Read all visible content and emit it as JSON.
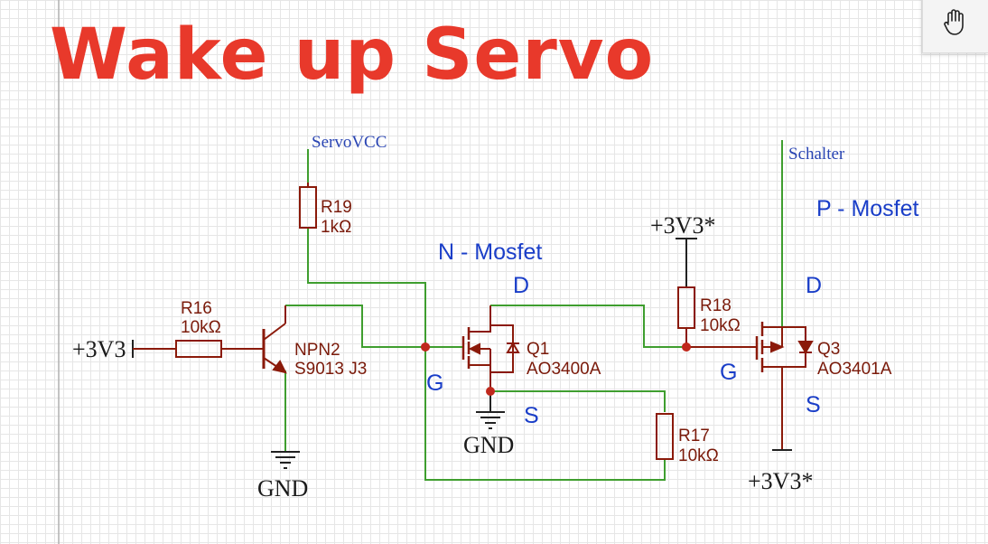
{
  "title": "Wake up Servo",
  "colors": {
    "title": "#e8392b",
    "wire": "#3f9e2f",
    "component": "#8b1a0a",
    "annotation": "#1a3ec8",
    "junction": "#c0281c"
  },
  "toolbar": {
    "hand_tool_icon": "hand-icon"
  },
  "nets": {
    "servovcc": "ServoVCC",
    "schalter": "Schalter",
    "v33_left": "+3V3",
    "v33_top": "+3V3*",
    "v33_bottom": "+3V3*",
    "gnd_npn": "GND",
    "gnd_q1": "GND"
  },
  "components": {
    "r19": {
      "ref": "R19",
      "value": "1kΩ"
    },
    "r16": {
      "ref": "R16",
      "value": "10kΩ"
    },
    "r18": {
      "ref": "R18",
      "value": "10kΩ"
    },
    "r17": {
      "ref": "R17",
      "value": "10kΩ"
    },
    "npn": {
      "ref": "NPN2",
      "value": "S9013 J3"
    },
    "q1": {
      "ref": "Q1",
      "value": "AO3400A"
    },
    "q3": {
      "ref": "Q3",
      "value": "AO3401A"
    }
  },
  "annotations": {
    "n_mosfet": "N - Mosfet",
    "p_mosfet": "P - Mosfet",
    "n_d": "D",
    "n_g": "G",
    "n_s": "S",
    "p_d": "D",
    "p_g": "G",
    "p_s": "S"
  }
}
